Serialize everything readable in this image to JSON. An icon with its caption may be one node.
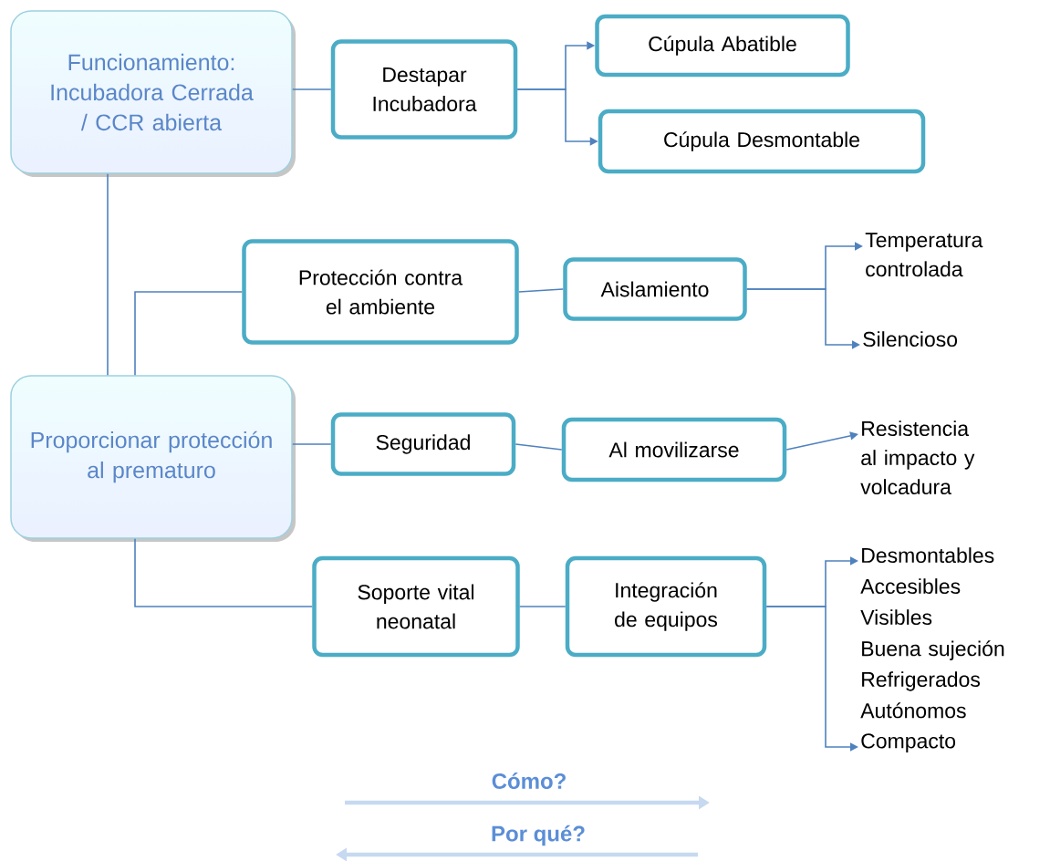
{
  "diagram": {
    "nodes": [
      {
        "text": [
          "Funcionamiento: Incubadora Cerrada / CCR abierta"
        ]
      },
      {
        "text": [
          "Destapar Incubadora"
        ]
      },
      {
        "text": [
          "Cúpula Abatible"
        ]
      },
      {
        "text": [
          "Cúpula Desmontable"
        ]
      },
      {
        "text": [
          "Protección contra el ambiente"
        ]
      },
      {
        "text": [
          "Aislamiento"
        ]
      },
      {
        "text": [
          "Temperatura controlada"
        ]
      },
      {
        "text": [
          "Silencioso"
        ]
      },
      {
        "text": [
          "Proporcionar protección al prematuro"
        ]
      },
      {
        "text": [
          "Seguridad"
        ]
      },
      {
        "text": [
          "Al movilizarse"
        ]
      },
      {
        "text": [
          "Resistencia al impacto y volcadura"
        ]
      },
      {
        "text": [
          "Soporte vital neonatal"
        ]
      },
      {
        "text": [
          "Integración de equipos"
        ]
      },
      {
        "text": [
          "Desmontables"
        ]
      },
      {
        "text": [
          "Accesibles"
        ]
      },
      {
        "text": [
          "Visibles"
        ]
      },
      {
        "text": [
          "Buena sujeción"
        ]
      },
      {
        "text": [
          "Refrigerados"
        ]
      },
      {
        "text": [
          "Autónomos"
        ]
      },
      {
        "text": [
          "Compacto"
        ]
      }
    ],
    "edges": [
      {
        "from": 0,
        "to": 1,
        "arrow": "none"
      },
      {
        "from": 1,
        "to": 2,
        "arrow": "to"
      },
      {
        "from": 1,
        "to": 3,
        "arrow": "to"
      },
      {
        "from": 0,
        "to": 8,
        "arrow": "none"
      },
      {
        "from": 8,
        "to": 4,
        "arrow": "none"
      },
      {
        "from": 4,
        "to": 5,
        "arrow": "none"
      },
      {
        "from": 5,
        "to": 6,
        "arrow": "to"
      },
      {
        "from": 5,
        "to": 7,
        "arrow": "to"
      },
      {
        "from": 8,
        "to": 9,
        "arrow": "none"
      },
      {
        "from": 9,
        "to": 10,
        "arrow": "none"
      },
      {
        "from": 10,
        "to": 11,
        "arrow": "to"
      },
      {
        "from": 8,
        "to": 12,
        "arrow": "none"
      },
      {
        "from": 12,
        "to": 13,
        "arrow": "none"
      },
      {
        "from": 13,
        "to": 14,
        "arrow": "to"
      },
      {
        "from": 13,
        "to": 20,
        "arrow": "to"
      }
    ],
    "labels": [
      "Cómo?",
      "Por qué?"
    ]
  }
}
